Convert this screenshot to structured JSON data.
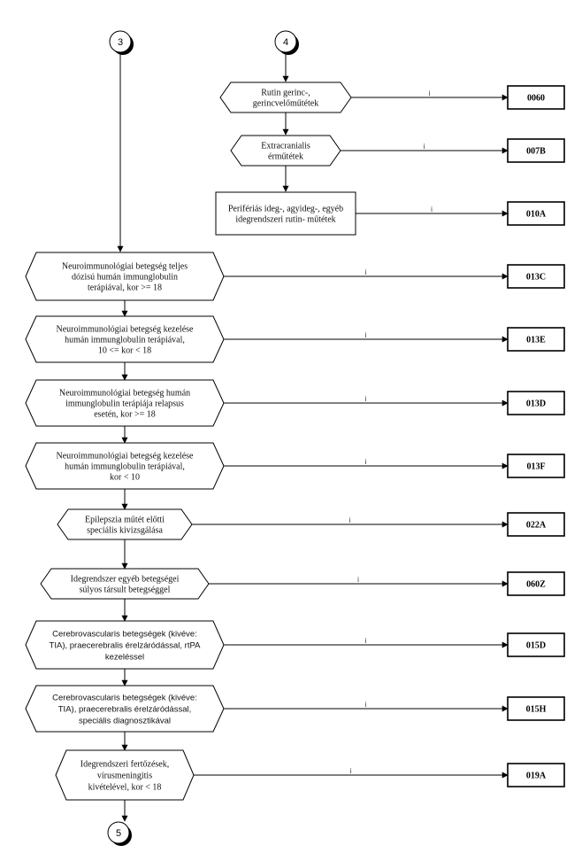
{
  "connectors": {
    "c3": "3",
    "c4": "4",
    "c5": "5"
  },
  "edge_label": "i",
  "decisions": [
    {
      "id": "d1",
      "lines": [
        "Rutin gerinc-,",
        "gerincvelőműtétek"
      ],
      "code": "0060"
    },
    {
      "id": "d2",
      "lines": [
        "Extracranialis",
        "érműtétek"
      ],
      "code": "007B"
    },
    {
      "id": "d3",
      "lines": [
        "Perifériás ideg-, agyideg-, egyéb",
        "idegrendszeri rutin- műtétek"
      ],
      "code": "010A"
    },
    {
      "id": "d4",
      "lines": [
        "Neuroimmunológiai betegség teljes",
        "dózisú humán immunglobulin",
        "terápiával, kor >= 18"
      ],
      "code": "013C"
    },
    {
      "id": "d5",
      "lines": [
        "Neuroimmunológiai betegség kezelése",
        "humán immunglobulin terápiával,",
        "10 <= kor < 18"
      ],
      "code": "013E"
    },
    {
      "id": "d6",
      "lines": [
        "Neuroimmunológiai betegség humán",
        "immunglobulin terápiája relapsus",
        "esetén, kor >= 18"
      ],
      "code": "013D"
    },
    {
      "id": "d7",
      "lines": [
        "Neuroimmunológiai betegség kezelése",
        "humán immunglobulin terápiával,",
        "kor < 10"
      ],
      "code": "013F"
    },
    {
      "id": "d8",
      "lines": [
        "Epilepszia műtét előtti",
        "speciális kivizsgálása"
      ],
      "code": "022A"
    },
    {
      "id": "d9",
      "lines": [
        "Idegrendszer egyéb betegségei",
        "súlyos társult betegséggel"
      ],
      "code": "060Z"
    },
    {
      "id": "d10",
      "lines": [
        "Cerebrovascularis betegségek (kivéve:",
        "TIA), praecerebralis érelzáródással, rtPA",
        "kezeléssel"
      ],
      "code": "015D"
    },
    {
      "id": "d11",
      "lines": [
        "Cerebrovascularis betegségek (kivéve:",
        "TIA), praecerebralis érelzáródással,",
        "speciális diagnosztikával"
      ],
      "code": "015H"
    },
    {
      "id": "d12",
      "lines": [
        "Idegrendszeri fertőzések,",
        "vírusmeningitis",
        "kivételével, kor < 18"
      ],
      "code": "019A"
    }
  ]
}
